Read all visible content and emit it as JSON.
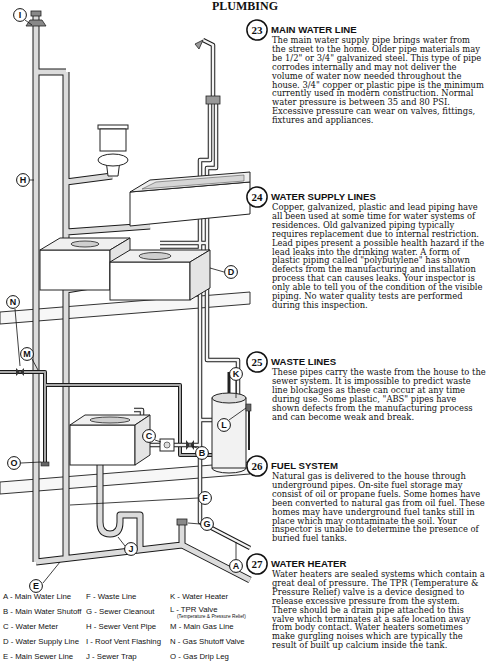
{
  "diagram": {
    "title": "PLUMBING",
    "nodes": [
      {
        "text": [
          "I"
        ]
      },
      {
        "text": [
          "H"
        ]
      },
      {
        "text": [
          "D"
        ]
      },
      {
        "text": [
          "N"
        ]
      },
      {
        "text": [
          "M"
        ]
      },
      {
        "text": [
          "K"
        ]
      },
      {
        "text": [
          "L"
        ]
      },
      {
        "text": [
          "C"
        ]
      },
      {
        "text": [
          "B"
        ]
      },
      {
        "text": [
          "O"
        ]
      },
      {
        "text": [
          "F"
        ]
      },
      {
        "text": [
          "G"
        ]
      },
      {
        "text": [
          "J"
        ]
      },
      {
        "text": [
          "A"
        ]
      },
      {
        "text": [
          "E"
        ]
      },
      {
        "text": [
          "23"
        ]
      },
      {
        "text": [
          "24"
        ]
      },
      {
        "text": [
          "25"
        ]
      },
      {
        "text": [
          "26"
        ]
      },
      {
        "text": [
          "27"
        ]
      }
    ],
    "labels": [
      "MAIN WATER LINE",
      "The main water supply pipe brings water from the street to the home. Older pipe materials may be 1/2\" or 3/4\" galvanized steel. This type of pipe corrodes internally and may not deliver the volume of water now needed throughout the house. 3/4\" copper or plastic pipe is the minimum currently used in modern construction. Normal water pressure is between 35 and 80 PSI. Excessive pressure can wear on valves, fittings, fixtures and appliances.",
      "WATER SUPPLY LINES",
      "Copper, galvanized, plastic and lead piping have all been used at some time for water systems of residences. Old galvanized piping typically requires replacement due to internal restriction. Lead pipes present a possible health hazard if the lead leaks into the drinking water. A form of plastic piping called \"polybutylene\" has shown defects from the manufacturing and installation process that can causes leaks. Your inspector is only able to tell you of the condition of the visible piping. No water quality tests are performed during this inspection.",
      "WASTE LINES",
      "These pipes carry the waste from the house to the sewer system. It is impossible to predict waste line blockages as these can occur at any time during use. Some plastic, \"ABS\" pipes have shown defects from the manufacturing process and can become weak and break.",
      "FUEL SYSTEM",
      "Natural gas is delivered to the house through underground pipes. On-site fuel storage may consist of oil or propane fuels. Some homes have been converted to natural gas from oil fuel. These homes may have underground fuel tanks still in place which may contaminate the soil. Your inspector is unable to determine the presence of buried fuel tanks.",
      "WATER HEATER",
      "Water heaters are sealed systems which contain a great deal of pressure. The TPR (Temperature & Pressure Relief) valve is a device designed to release excessive pressure from the system. There should be a drain pipe attached to this valve which terminates at a safe location away from body contact. Water heaters sometimes make gurgling noises which are typically the result of built up calcium inside the tank."
    ],
    "legend": [
      {
        "text": "A - Main Water Line"
      },
      {
        "text": "B - Main Water Shutoff"
      },
      {
        "text": "C - Water Meter"
      },
      {
        "text": "D - Water Supply Line"
      },
      {
        "text": "E - Main Sewer Line"
      },
      {
        "text": "F - Waste Line"
      },
      {
        "text": "G - Sewer Cleanout"
      },
      {
        "text": "H - Sewer Vent Pipe"
      },
      {
        "text": "I - Roof Vent Flashing"
      },
      {
        "text": "J - Sewer Trap"
      },
      {
        "text": "K - Water Heater"
      },
      {
        "text": "L - TPR Valve"
      },
      {
        "text": "(Temperature & Pressure Relief)"
      },
      {
        "text": "M - Main Gas Line"
      },
      {
        "text": "N - Gas Shutoff Valve"
      },
      {
        "text": "O - Gas Drip Leg"
      }
    ]
  }
}
